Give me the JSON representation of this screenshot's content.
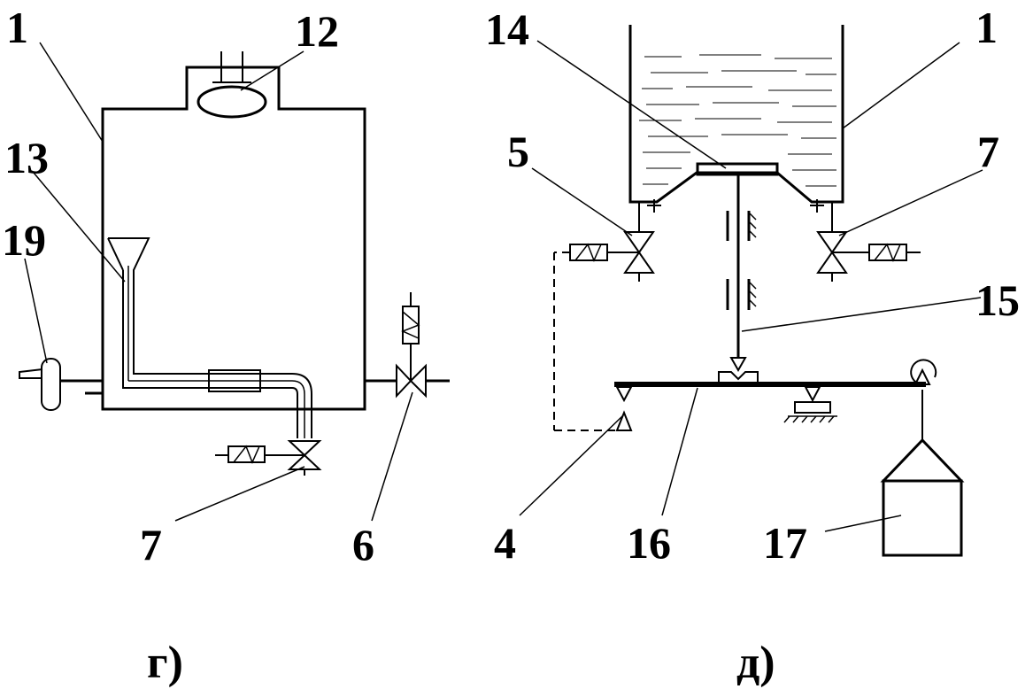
{
  "diagram_g": {
    "caption": "г)",
    "labels": {
      "tank": "1",
      "lid": "12",
      "siphon_funnel": "13",
      "drain_tap": "19",
      "side_valve": "6",
      "bottom_valve": "7"
    }
  },
  "diagram_d": {
    "caption": "д)",
    "labels": {
      "tank": "1",
      "bottom_valve": "14",
      "left_valve": "5",
      "right_valve": "7",
      "rod": "15",
      "support": "4",
      "lever": "16",
      "weight": "17"
    }
  },
  "colors": {
    "ink": "#000000",
    "background": "#ffffff"
  }
}
